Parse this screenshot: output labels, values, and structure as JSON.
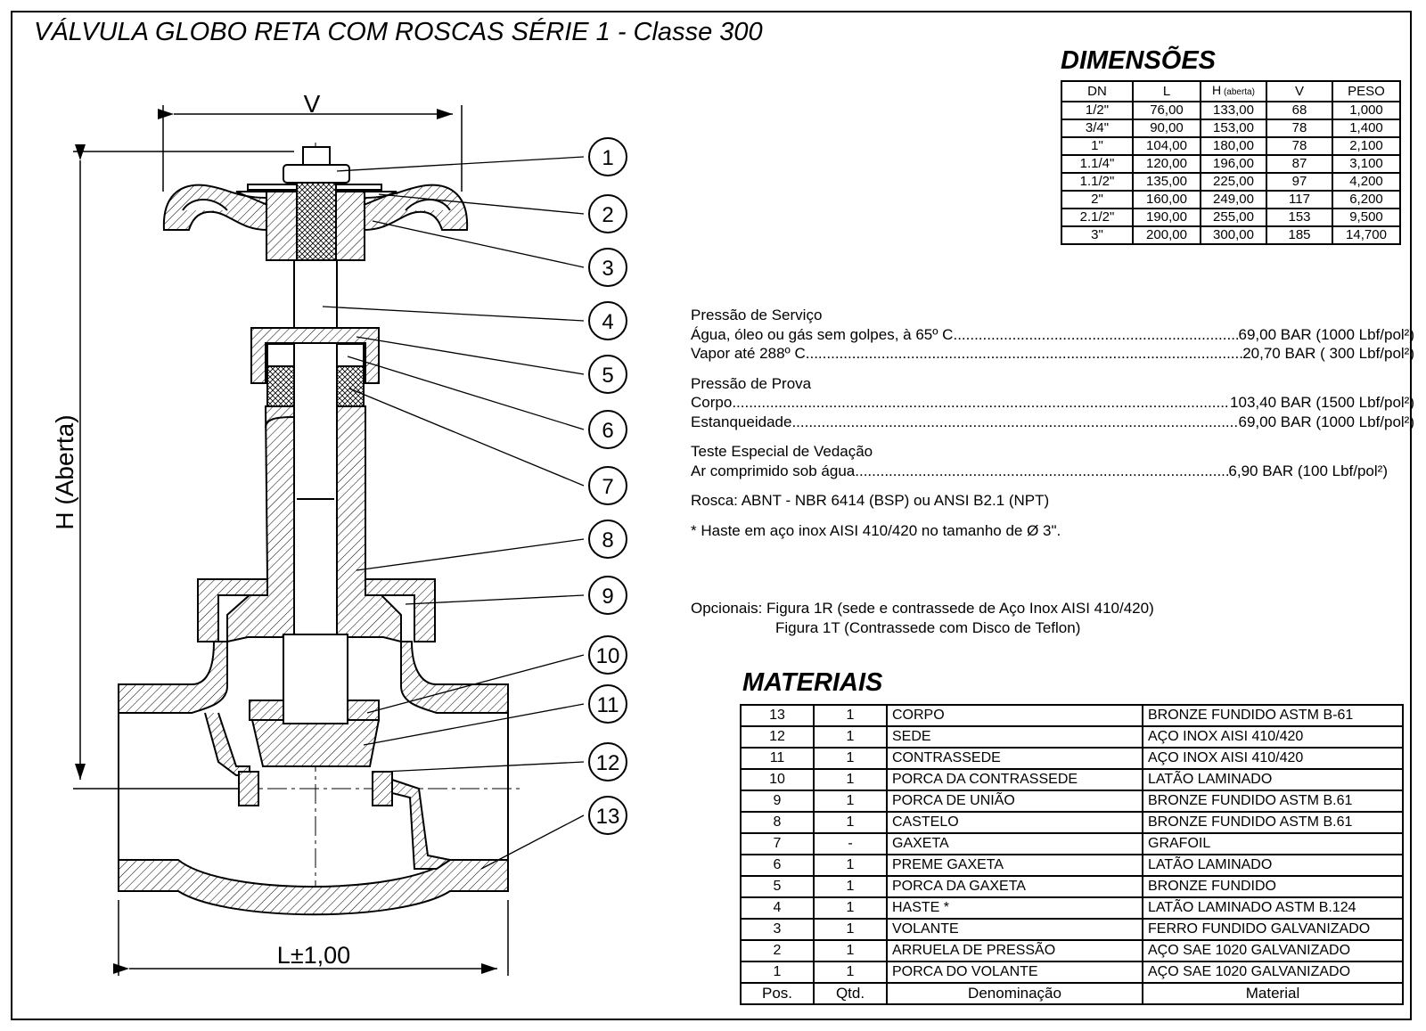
{
  "title": "VÁLVULA GLOBO RETA COM ROSCAS SÉRIE 1 - Classe 300",
  "drawing": {
    "dim_v": "V",
    "dim_h": "H (Aberta)",
    "dim_l": "L±1,00",
    "callouts": [
      "1",
      "2",
      "3",
      "4",
      "5",
      "6",
      "7",
      "8",
      "9",
      "10",
      "11",
      "12",
      "13"
    ]
  },
  "dimensoes": {
    "heading": "DIMENSÕES",
    "headers": {
      "dn": "DN",
      "l": "L",
      "h": "H",
      "h_sub": "(aberta)",
      "v": "V",
      "peso": "PESO"
    },
    "rows": [
      [
        "1/2\"",
        "76,00",
        "133,00",
        "68",
        "1,000"
      ],
      [
        "3/4\"",
        "90,00",
        "153,00",
        "78",
        "1,400"
      ],
      [
        "1\"",
        "104,00",
        "180,00",
        "78",
        "2,100"
      ],
      [
        "1.1/4\"",
        "120,00",
        "196,00",
        "87",
        "3,100"
      ],
      [
        "1.1/2\"",
        "135,00",
        "225,00",
        "97",
        "4,200"
      ],
      [
        "2\"",
        "160,00",
        "249,00",
        "117",
        "6,200"
      ],
      [
        "2.1/2\"",
        "190,00",
        "255,00",
        "153",
        "9,500"
      ],
      [
        "3\"",
        "200,00",
        "300,00",
        "185",
        "14,700"
      ]
    ]
  },
  "specs": {
    "servico_title": "Pressão de Serviço",
    "servico_1_label": "Água, óleo ou gás sem golpes, à 65º C ",
    "servico_1_value": " 69,00 BAR (1000 Lbf/pol²)",
    "servico_2_label": "Vapor até 288º C ",
    "servico_2_value": " 20,70 BAR ( 300 Lbf/pol²)",
    "prova_title": "Pressão de Prova",
    "prova_1_label": "Corpo ",
    "prova_1_value": "103,40 BAR (1500 Lbf/pol²)",
    "prova_2_label": "Estanqueidade ",
    "prova_2_value": " 69,00 BAR (1000 Lbf/pol²)",
    "teste_title": "Teste Especial de Vedação",
    "teste_1_label": "Ar comprimido sob água ",
    "teste_1_value": " 6,90 BAR (100 Lbf/pol²)",
    "rosca": "Rosca: ABNT - NBR 6414 (BSP) ou ANSI B2.1 (NPT)",
    "haste_note": "* Haste em aço inox AISI 410/420 no tamanho de Ø 3\".",
    "opcionais_1": "Opcionais: Figura 1R (sede e contrassede de Aço Inox AISI 410/420)",
    "opcionais_2": "Figura 1T (Contrassede com Disco de Teflon)"
  },
  "materiais": {
    "heading": "MATERIAIS",
    "rows": [
      [
        "13",
        "1",
        "CORPO",
        "BRONZE FUNDIDO ASTM B-61"
      ],
      [
        "12",
        "1",
        "SEDE",
        "AÇO INOX AISI 410/420"
      ],
      [
        "11",
        "1",
        "CONTRASSEDE",
        "AÇO INOX AISI 410/420"
      ],
      [
        "10",
        "1",
        "PORCA DA CONTRASSEDE",
        "LATÃO LAMINADO"
      ],
      [
        "9",
        "1",
        "PORCA DE UNIÃO",
        "BRONZE FUNDIDO ASTM B.61"
      ],
      [
        "8",
        "1",
        "CASTELO",
        "BRONZE FUNDIDO ASTM B.61"
      ],
      [
        "7",
        "-",
        "GAXETA",
        "GRAFOIL"
      ],
      [
        "6",
        "1",
        "PREME GAXETA",
        "LATÃO LAMINADO"
      ],
      [
        "5",
        "1",
        "PORCA DA GAXETA",
        "BRONZE FUNDIDO"
      ],
      [
        "4",
        "1",
        "HASTE *",
        "LATÃO LAMINADO ASTM B.124"
      ],
      [
        "3",
        "1",
        "VOLANTE",
        "FERRO FUNDIDO GALVANIZADO"
      ],
      [
        "2",
        "1",
        "ARRUELA DE PRESSÃO",
        "AÇO SAE 1020 GALVANIZADO"
      ],
      [
        "1",
        "1",
        "PORCA DO VOLANTE",
        "AÇO SAE 1020 GALVANIZADO"
      ]
    ],
    "headers": {
      "pos": "Pos.",
      "qtd": "Qtd.",
      "den": "Denominação",
      "mat": "Material"
    }
  }
}
